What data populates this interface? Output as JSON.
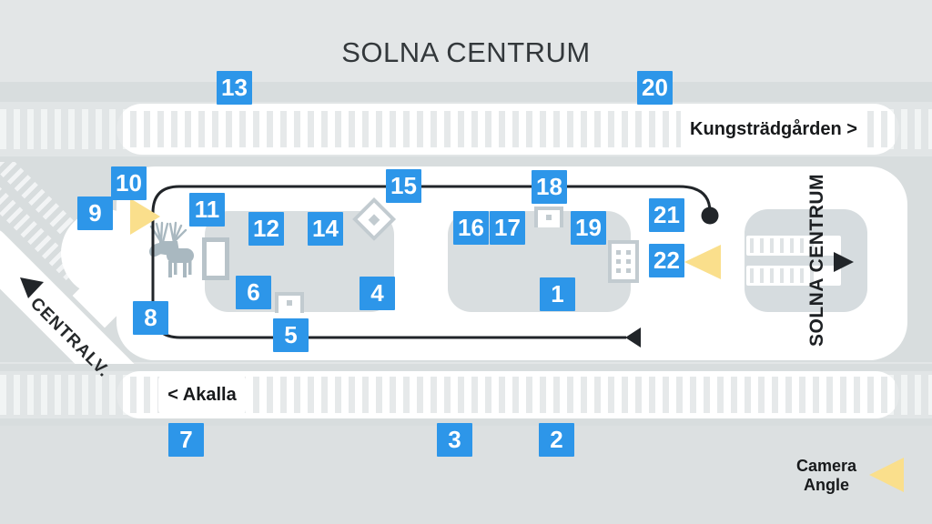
{
  "title": "SOLNA CENTRUM",
  "tracks": {
    "top_destination": "Kungsträdgården >",
    "bottom_destination": "< Akalla"
  },
  "street": {
    "label": "CENTRALV."
  },
  "station": {
    "platform_label": "SOLNA CENTRUM"
  },
  "legend": {
    "camera_line1": "Camera",
    "camera_line2": "Angle"
  },
  "colors": {
    "badge_blue": "#2D96E9",
    "camera_yellow": "#FADF8C",
    "path_black": "#212529",
    "band_gray": "#D8DDDE",
    "platform_gray": "#D9DEE0",
    "moose_gray": "#A9B8C0"
  },
  "icons": {
    "moose": "moose-silhouette",
    "stairs": "escalator-stairs",
    "elevator": "elevator-buttons",
    "machine": "ticket-machine",
    "diamond": "artwork-diamond",
    "doorway": "doorway",
    "camera": "camera-angle-triangle",
    "path_end": "path-end-dot",
    "path_arrow": "path-arrowhead"
  },
  "markers": [
    {
      "label": "1"
    },
    {
      "label": "2"
    },
    {
      "label": "3"
    },
    {
      "label": "4"
    },
    {
      "label": "5"
    },
    {
      "label": "6"
    },
    {
      "label": "7"
    },
    {
      "label": "8"
    },
    {
      "label": "9"
    },
    {
      "label": "10"
    },
    {
      "label": "11"
    },
    {
      "label": "12"
    },
    {
      "label": "13"
    },
    {
      "label": "14"
    },
    {
      "label": "15"
    },
    {
      "label": "16"
    },
    {
      "label": "17"
    },
    {
      "label": "18"
    },
    {
      "label": "19"
    },
    {
      "label": "20"
    },
    {
      "label": "21"
    },
    {
      "label": "22"
    }
  ]
}
